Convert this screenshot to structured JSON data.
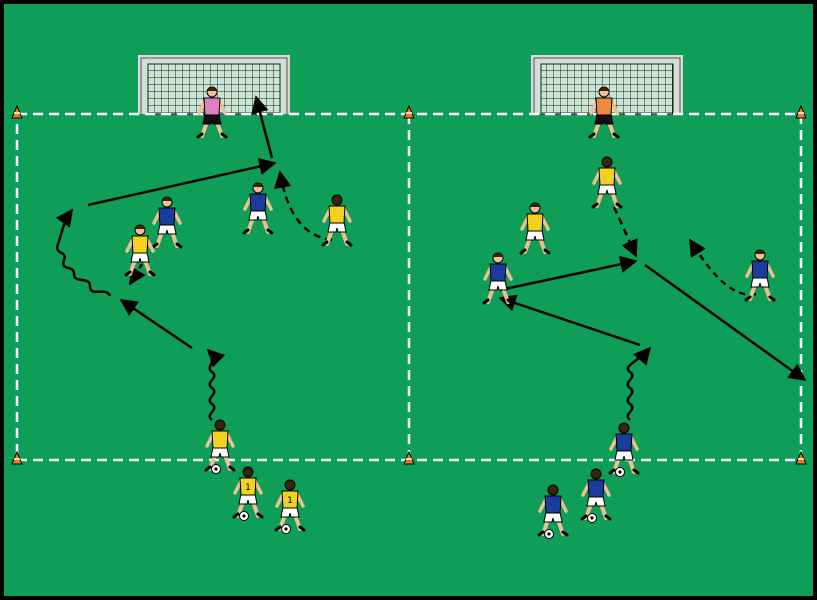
{
  "colors": {
    "border": "#000000",
    "pitch": "#0e9e58",
    "lines": "#ffffff",
    "goal_net": "#1e1e1e",
    "goal_post": "#d8d8d8",
    "arrow": "#000000",
    "cone": "#f27a1a",
    "team_blue_shirt": "#1a3c9c",
    "team_yellow_shirt": "#f2d21f",
    "keeper_left": "#e080c0",
    "keeper_right": "#f08a3a",
    "skin": "#f0c090",
    "shorts_white": "#ffffff",
    "shorts_black": "#111111"
  },
  "fields": [
    {
      "goalkeeper_color": "keeper_left",
      "players": [
        {
          "team": "keeper",
          "facing": "front"
        },
        {
          "team": "blue",
          "facing": "front"
        },
        {
          "team": "blue",
          "facing": "front"
        },
        {
          "team": "yellow",
          "facing": "back"
        },
        {
          "team": "yellow",
          "facing": "front"
        },
        {
          "team": "yellow",
          "facing": "back"
        },
        {
          "team": "yellow",
          "facing": "back",
          "number": "1"
        },
        {
          "team": "yellow",
          "facing": "back",
          "number": "1"
        }
      ]
    },
    {
      "goalkeeper_color": "keeper_right",
      "players": [
        {
          "team": "keeper",
          "facing": "front"
        },
        {
          "team": "yellow",
          "facing": "back"
        },
        {
          "team": "yellow",
          "facing": "front"
        },
        {
          "team": "blue",
          "facing": "front"
        },
        {
          "team": "blue",
          "facing": "front"
        },
        {
          "team": "blue",
          "facing": "back"
        },
        {
          "team": "blue",
          "facing": "back"
        },
        {
          "team": "blue",
          "facing": "back"
        }
      ]
    }
  ],
  "cone_count": 6
}
